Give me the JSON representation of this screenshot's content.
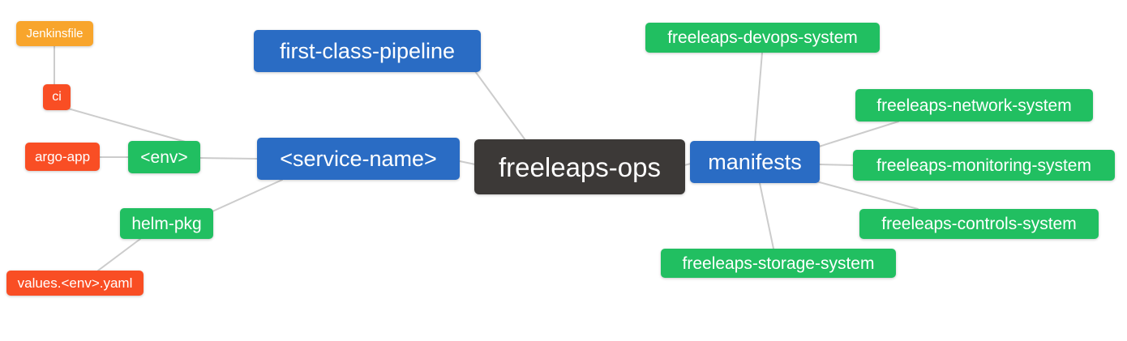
{
  "diagram": {
    "type": "mindmap",
    "root": "freeleaps-ops",
    "palette": {
      "blue": "#2A6CC4",
      "green": "#21BF61",
      "amber": "#F8A52C",
      "red_orange": "#F94E24",
      "dark": "#3C3937",
      "edge_line": "#CCCCCC",
      "node_text": "#FFFFFF",
      "background": "#FFFFFF"
    },
    "nodes": {
      "jenkinsfile": {
        "label": "Jenkinsfile",
        "color": "amber"
      },
      "ci": {
        "label": "ci",
        "color": "red_orange"
      },
      "argo_app": {
        "label": "argo-app",
        "color": "red_orange"
      },
      "env": {
        "label": "<env>",
        "color": "green"
      },
      "service_name": {
        "label": "<service-name>",
        "color": "blue"
      },
      "first_class_pipeline": {
        "label": "first-class-pipeline",
        "color": "blue"
      },
      "freeleaps_ops": {
        "label": "freeleaps-ops",
        "color": "dark"
      },
      "manifests": {
        "label": "manifests",
        "color": "blue"
      },
      "helm_pkg": {
        "label": "helm-pkg",
        "color": "green"
      },
      "values_env_yaml": {
        "label": "values.<env>.yaml",
        "color": "red_orange"
      },
      "devops_system": {
        "label": "freeleaps-devops-system",
        "color": "green"
      },
      "network_system": {
        "label": "freeleaps-network-system",
        "color": "green"
      },
      "monitoring_system": {
        "label": "freeleaps-monitoring-system",
        "color": "green"
      },
      "controls_system": {
        "label": "freeleaps-controls-system",
        "color": "green"
      },
      "storage_system": {
        "label": "freeleaps-storage-system",
        "color": "green"
      }
    },
    "edges": [
      {
        "from": "Jenkinsfile",
        "to": "ci"
      },
      {
        "from": "ci",
        "to": "<env>"
      },
      {
        "from": "argo-app",
        "to": "<env>"
      },
      {
        "from": "<env>",
        "to": "<service-name>"
      },
      {
        "from": "<service-name>",
        "to": "helm-pkg"
      },
      {
        "from": "helm-pkg",
        "to": "values.<env>.yaml"
      },
      {
        "from": "<service-name>",
        "to": "freeleaps-ops"
      },
      {
        "from": "first-class-pipeline",
        "to": "freeleaps-ops"
      },
      {
        "from": "freeleaps-ops",
        "to": "manifests"
      },
      {
        "from": "manifests",
        "to": "freeleaps-devops-system"
      },
      {
        "from": "manifests",
        "to": "freeleaps-network-system"
      },
      {
        "from": "manifests",
        "to": "freeleaps-monitoring-system"
      },
      {
        "from": "manifests",
        "to": "freeleaps-controls-system"
      },
      {
        "from": "manifests",
        "to": "freeleaps-storage-system"
      }
    ]
  }
}
